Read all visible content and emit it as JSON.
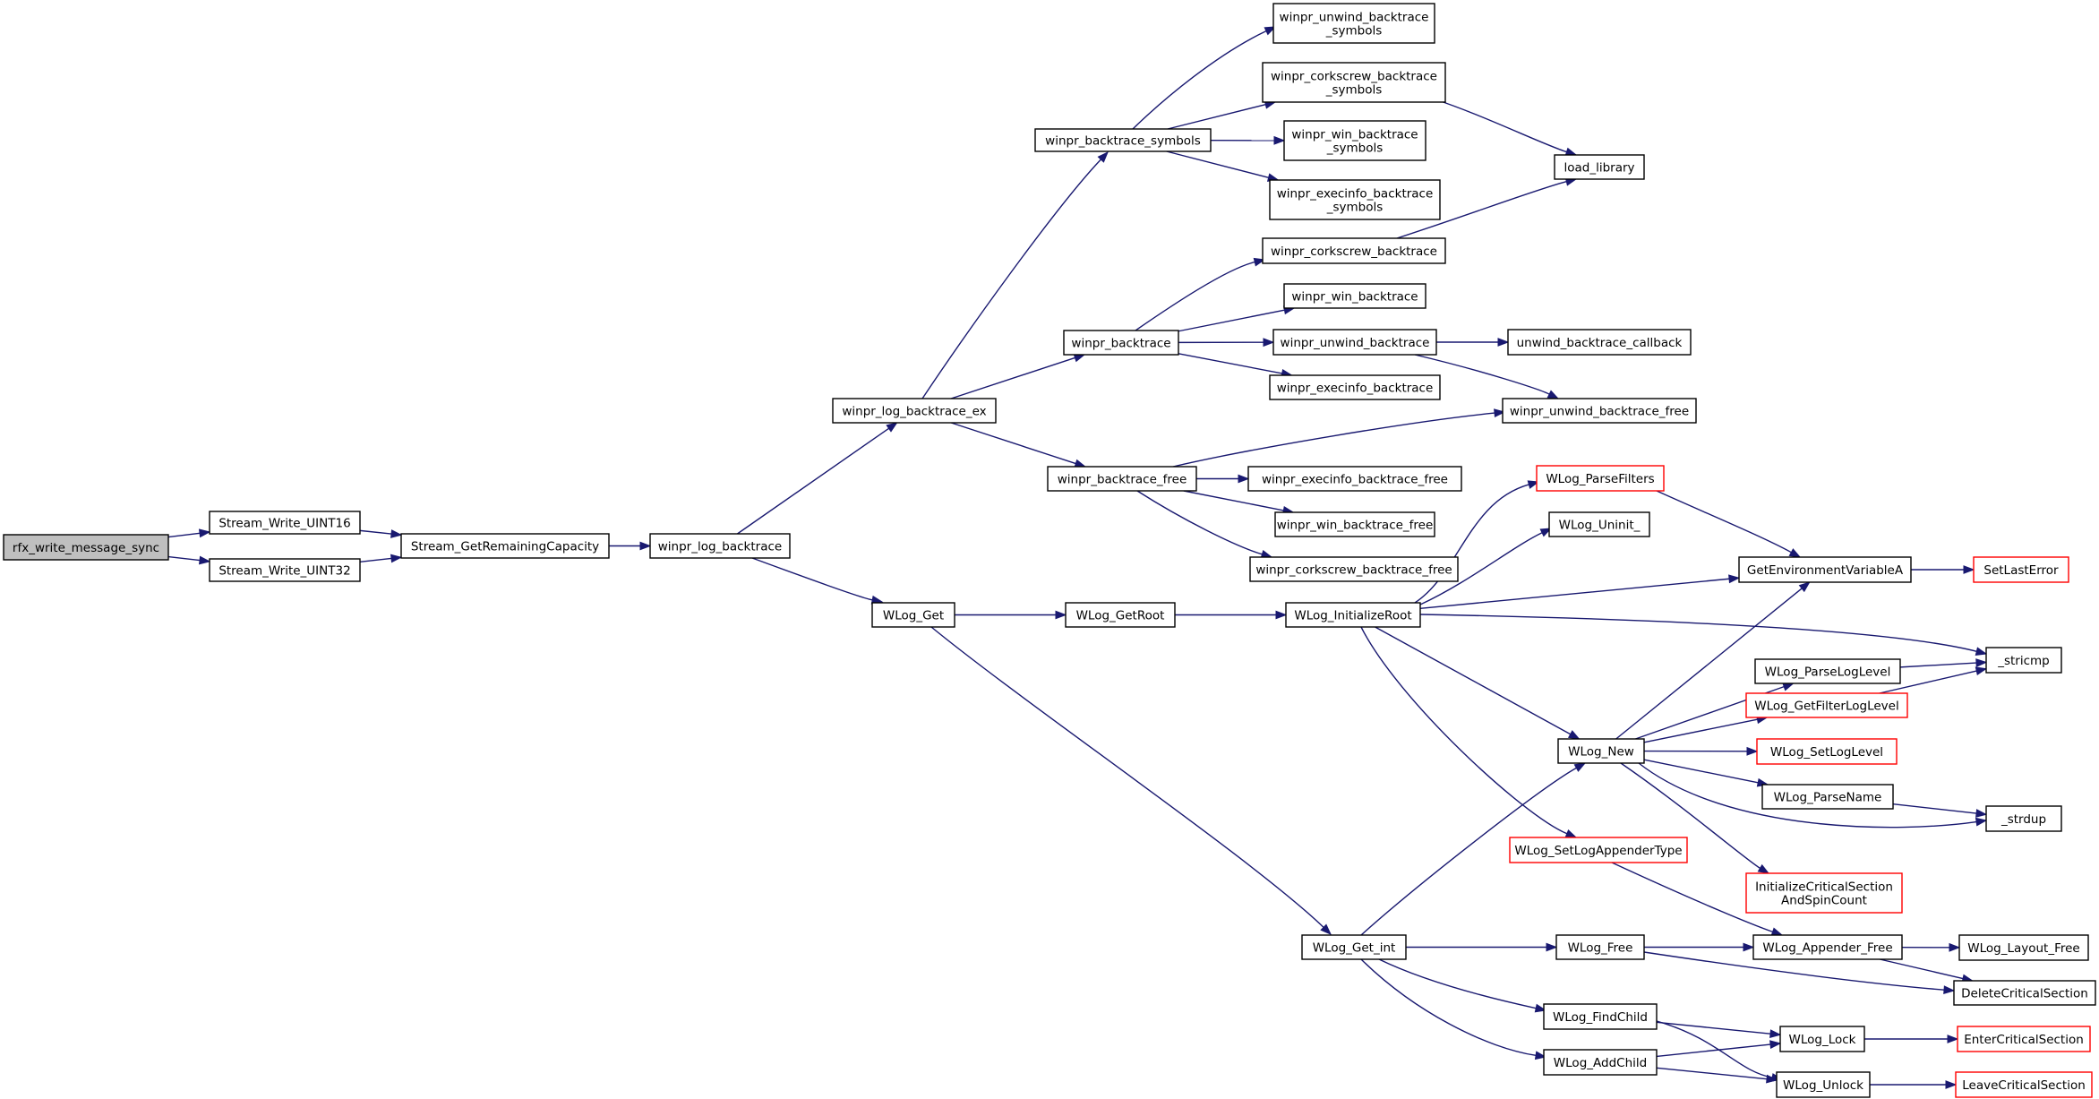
{
  "colors": {
    "edge": "#191970",
    "border": "#000000",
    "border_truncated": "#ff0000",
    "fill": "#ffffff",
    "fill_root": "#bfbfbf"
  },
  "nodes": [
    {
      "id": "n0",
      "lines": [
        "rfx_write_message_sync"
      ],
      "root": true
    },
    {
      "id": "n1",
      "lines": [
        "Stream_Write_UINT16"
      ]
    },
    {
      "id": "n2",
      "lines": [
        "Stream_Write_UINT32"
      ]
    },
    {
      "id": "n3",
      "lines": [
        "Stream_GetRemainingCapacity"
      ]
    },
    {
      "id": "n4",
      "lines": [
        "winpr_log_backtrace"
      ]
    },
    {
      "id": "n5",
      "lines": [
        "winpr_log_backtrace_ex"
      ]
    },
    {
      "id": "n6",
      "lines": [
        "WLog_Get"
      ]
    },
    {
      "id": "n7",
      "lines": [
        "winpr_backtrace_symbols"
      ]
    },
    {
      "id": "n8",
      "lines": [
        "winpr_backtrace"
      ]
    },
    {
      "id": "n9",
      "lines": [
        "winpr_backtrace_free"
      ]
    },
    {
      "id": "n10",
      "lines": [
        "winpr_unwind_backtrace",
        "_symbols"
      ]
    },
    {
      "id": "n11",
      "lines": [
        "winpr_corkscrew_backtrace",
        "_symbols"
      ]
    },
    {
      "id": "n12",
      "lines": [
        "winpr_win_backtrace",
        "_symbols"
      ]
    },
    {
      "id": "n13",
      "lines": [
        "winpr_execinfo_backtrace",
        "_symbols"
      ]
    },
    {
      "id": "n14",
      "lines": [
        "load_library"
      ]
    },
    {
      "id": "n15",
      "lines": [
        "winpr_corkscrew_backtrace"
      ]
    },
    {
      "id": "n16",
      "lines": [
        "winpr_win_backtrace"
      ]
    },
    {
      "id": "n17",
      "lines": [
        "winpr_unwind_backtrace"
      ]
    },
    {
      "id": "n18",
      "lines": [
        "winpr_execinfo_backtrace"
      ]
    },
    {
      "id": "n19",
      "lines": [
        "unwind_backtrace_callback"
      ]
    },
    {
      "id": "n20",
      "lines": [
        "winpr_unwind_backtrace_free"
      ]
    },
    {
      "id": "n21",
      "lines": [
        "winpr_execinfo_backtrace_free"
      ]
    },
    {
      "id": "n22",
      "lines": [
        "winpr_win_backtrace_free"
      ]
    },
    {
      "id": "n23",
      "lines": [
        "winpr_corkscrew_backtrace_free"
      ]
    },
    {
      "id": "n24",
      "lines": [
        "WLog_GetRoot"
      ]
    },
    {
      "id": "n25",
      "lines": [
        "WLog_Get_int"
      ]
    },
    {
      "id": "n26",
      "lines": [
        "WLog_InitializeRoot"
      ]
    },
    {
      "id": "n27",
      "lines": [
        "WLog_ParseFilters"
      ],
      "truncated": true
    },
    {
      "id": "n28",
      "lines": [
        "WLog_Uninit_"
      ]
    },
    {
      "id": "n29",
      "lines": [
        "GetEnvironmentVariableA"
      ]
    },
    {
      "id": "n30",
      "lines": [
        "SetLastError"
      ],
      "truncated": true
    },
    {
      "id": "n31",
      "lines": [
        "_stricmp"
      ]
    },
    {
      "id": "n32",
      "lines": [
        "WLog_New"
      ]
    },
    {
      "id": "n33",
      "lines": [
        "WLog_SetLogAppenderType"
      ],
      "truncated": true
    },
    {
      "id": "n34",
      "lines": [
        "WLog_ParseLogLevel"
      ]
    },
    {
      "id": "n35",
      "lines": [
        "WLog_GetFilterLogLevel"
      ],
      "truncated": true
    },
    {
      "id": "n36",
      "lines": [
        "WLog_SetLogLevel"
      ],
      "truncated": true
    },
    {
      "id": "n37",
      "lines": [
        "WLog_ParseName"
      ]
    },
    {
      "id": "n38",
      "lines": [
        "_strdup"
      ]
    },
    {
      "id": "n39",
      "lines": [
        "InitializeCriticalSection",
        "AndSpinCount"
      ],
      "truncated": true
    },
    {
      "id": "n40",
      "lines": [
        "WLog_Free"
      ]
    },
    {
      "id": "n41",
      "lines": [
        "WLog_Appender_Free"
      ]
    },
    {
      "id": "n42",
      "lines": [
        "WLog_Layout_Free"
      ]
    },
    {
      "id": "n43",
      "lines": [
        "DeleteCriticalSection"
      ]
    },
    {
      "id": "n44",
      "lines": [
        "WLog_FindChild"
      ]
    },
    {
      "id": "n45",
      "lines": [
        "WLog_AddChild"
      ]
    },
    {
      "id": "n46",
      "lines": [
        "WLog_Lock"
      ]
    },
    {
      "id": "n47",
      "lines": [
        "WLog_Unlock"
      ]
    },
    {
      "id": "n48",
      "lines": [
        "EnterCriticalSection"
      ],
      "truncated": true
    },
    {
      "id": "n49",
      "lines": [
        "LeaveCriticalSection"
      ],
      "truncated": true
    }
  ],
  "edges": [
    [
      "n0",
      "n1"
    ],
    [
      "n0",
      "n2"
    ],
    [
      "n1",
      "n3"
    ],
    [
      "n2",
      "n3"
    ],
    [
      "n3",
      "n4"
    ],
    [
      "n4",
      "n5"
    ],
    [
      "n4",
      "n6"
    ],
    [
      "n5",
      "n7"
    ],
    [
      "n5",
      "n8"
    ],
    [
      "n5",
      "n9"
    ],
    [
      "n7",
      "n10"
    ],
    [
      "n7",
      "n11"
    ],
    [
      "n7",
      "n12"
    ],
    [
      "n7",
      "n13"
    ],
    [
      "n11",
      "n14"
    ],
    [
      "n15",
      "n14"
    ],
    [
      "n8",
      "n15"
    ],
    [
      "n8",
      "n16"
    ],
    [
      "n8",
      "n17"
    ],
    [
      "n8",
      "n18"
    ],
    [
      "n17",
      "n19"
    ],
    [
      "n17",
      "n20"
    ],
    [
      "n9",
      "n20"
    ],
    [
      "n9",
      "n21"
    ],
    [
      "n9",
      "n22"
    ],
    [
      "n9",
      "n23"
    ],
    [
      "n6",
      "n24"
    ],
    [
      "n6",
      "n25"
    ],
    [
      "n24",
      "n26"
    ],
    [
      "n26",
      "n27"
    ],
    [
      "n26",
      "n28"
    ],
    [
      "n26",
      "n29"
    ],
    [
      "n26",
      "n31"
    ],
    [
      "n26",
      "n32"
    ],
    [
      "n26",
      "n33"
    ],
    [
      "n27",
      "n29"
    ],
    [
      "n29",
      "n30"
    ],
    [
      "n32",
      "n29"
    ],
    [
      "n32",
      "n34"
    ],
    [
      "n32",
      "n35"
    ],
    [
      "n32",
      "n36"
    ],
    [
      "n32",
      "n37"
    ],
    [
      "n32",
      "n38"
    ],
    [
      "n32",
      "n39"
    ],
    [
      "n34",
      "n31"
    ],
    [
      "n35",
      "n31"
    ],
    [
      "n37",
      "n38"
    ],
    [
      "n33",
      "n41"
    ],
    [
      "n25",
      "n32"
    ],
    [
      "n25",
      "n40"
    ],
    [
      "n25",
      "n44"
    ],
    [
      "n25",
      "n45"
    ],
    [
      "n40",
      "n41"
    ],
    [
      "n40",
      "n43"
    ],
    [
      "n41",
      "n42"
    ],
    [
      "n41",
      "n43"
    ],
    [
      "n44",
      "n46"
    ],
    [
      "n44",
      "n47"
    ],
    [
      "n45",
      "n46"
    ],
    [
      "n45",
      "n47"
    ],
    [
      "n46",
      "n48"
    ],
    [
      "n47",
      "n49"
    ]
  ]
}
